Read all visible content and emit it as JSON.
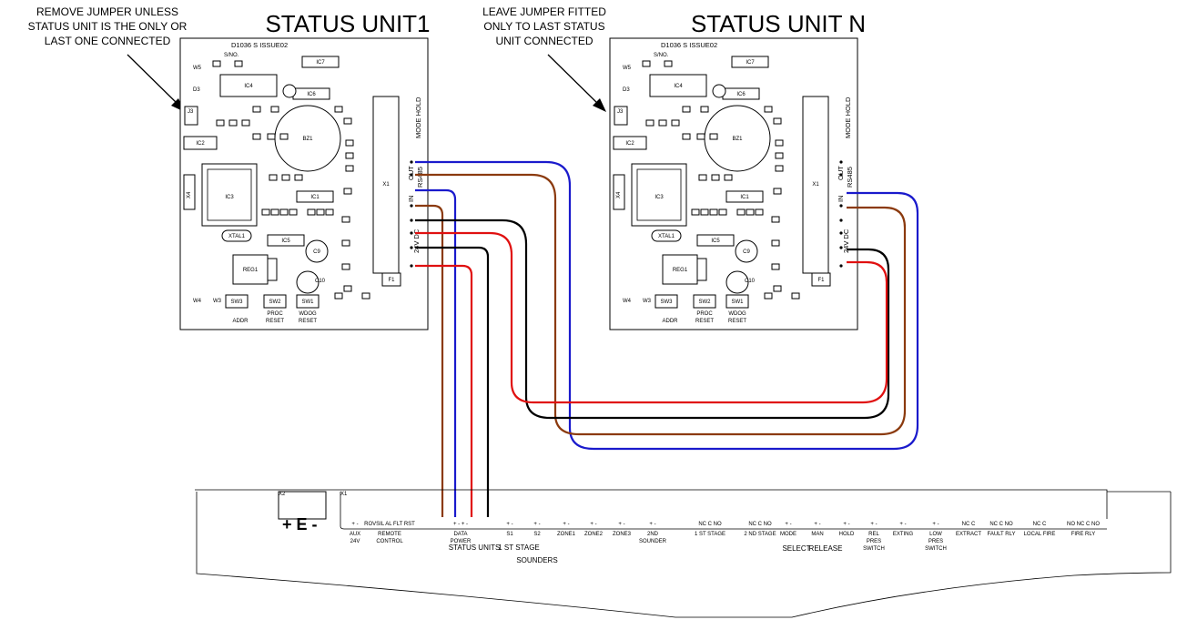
{
  "notes": {
    "left": [
      "REMOVE JUMPER UNLESS",
      "STATUS UNIT IS THE ONLY OR",
      "LAST ONE CONNECTED"
    ],
    "right": [
      "LEAVE JUMPER FITTED",
      "ONLY TO LAST STATUS",
      "UNIT CONNECTED"
    ]
  },
  "units": [
    {
      "title": "STATUS UNIT1"
    },
    {
      "title": "STATUS UNIT N"
    }
  ],
  "board": {
    "drawing_no": "D1036 S ISSUE02",
    "serial": "S/NO.",
    "ic4": "IC4",
    "ic6": "IC6",
    "ic7": "IC7",
    "ic2": "IC2",
    "ic3": "IC3",
    "ic1": "IC1",
    "ic5": "IC5",
    "x4": "X4",
    "x1": "X1",
    "bz1": "BZ1",
    "xtal1": "XTAL1",
    "reg1": "REG1",
    "c9": "C9",
    "c10": "C10",
    "f1": "F1",
    "sw3": "SW3",
    "sw2": "SW2",
    "sw1": "SW1",
    "rs485": "RS485",
    "out": "OUT",
    "in": "IN",
    "dc": "24V DC",
    "mode_hold": "MODE HOLD",
    "addr": "ADDR",
    "proc_reset": [
      "PROC",
      "RESET"
    ],
    "wdog_reset": [
      "WDOG",
      "RESET"
    ],
    "w4": "W4",
    "w3": "W3",
    "w5": "W5",
    "d3": "D3"
  },
  "panel": {
    "x2": "X2",
    "x1": "X1",
    "pe": "+ E -",
    "terminals": [
      {
        "pins": "+  -",
        "label": [
          "AUX",
          "24V"
        ]
      },
      {
        "pins": "ROVSIL  AL  FLT  RST",
        "label": [
          "REMOTE",
          "CONTROL"
        ]
      },
      {
        "pins": "+   -   +   -",
        "label": [
          "DATA",
          "POWER"
        ]
      },
      {
        "pins": "+  -",
        "label": [
          "S1"
        ]
      },
      {
        "pins": "+  -",
        "label": [
          "S2"
        ]
      },
      {
        "pins": "+  -",
        "label": [
          "ZONE1"
        ]
      },
      {
        "pins": "+  -",
        "label": [
          "ZONE2"
        ]
      },
      {
        "pins": "+  -",
        "label": [
          "ZONE3"
        ]
      },
      {
        "pins": "+  -",
        "label": [
          "2ND",
          "SOUNDER"
        ]
      },
      {
        "pins": "NC  C  NO",
        "label": [
          "1 ST STAGE"
        ]
      },
      {
        "pins": "NC  C  NO",
        "label": [
          "2 ND STAGE"
        ]
      },
      {
        "pins": "+  -",
        "label": [
          "MODE"
        ]
      },
      {
        "pins": "+  -",
        "label": [
          "MAN"
        ]
      },
      {
        "pins": "+  -",
        "label": [
          "HOLD"
        ]
      },
      {
        "pins": "+  -",
        "label": [
          "REL",
          "PRES",
          "SWITCH"
        ]
      },
      {
        "pins": "+  -",
        "label": [
          "EXTING"
        ]
      },
      {
        "pins": "+  -",
        "label": [
          "LOW",
          "PRES",
          "SWITCH"
        ]
      },
      {
        "pins": "NC  C",
        "label": [
          "EXTRACT"
        ]
      },
      {
        "pins": "NC  C  NO",
        "label": [
          "FAULT RLY"
        ]
      },
      {
        "pins": "NC  C",
        "label": [
          "LOCAL FIRE"
        ]
      },
      {
        "pins": "NO  NC  C  NO",
        "label": [
          "FIRE RLY"
        ]
      }
    ],
    "status_units": "STATUS UNITS",
    "st_stage": "1 ST STAGE",
    "sounders": "SOUNDERS",
    "select": "SELECT",
    "release": "RELEASE"
  },
  "colors": {
    "blue": "#1a1acc",
    "brown": "#8b3a0e",
    "black": "#000000",
    "red": "#e01010"
  }
}
